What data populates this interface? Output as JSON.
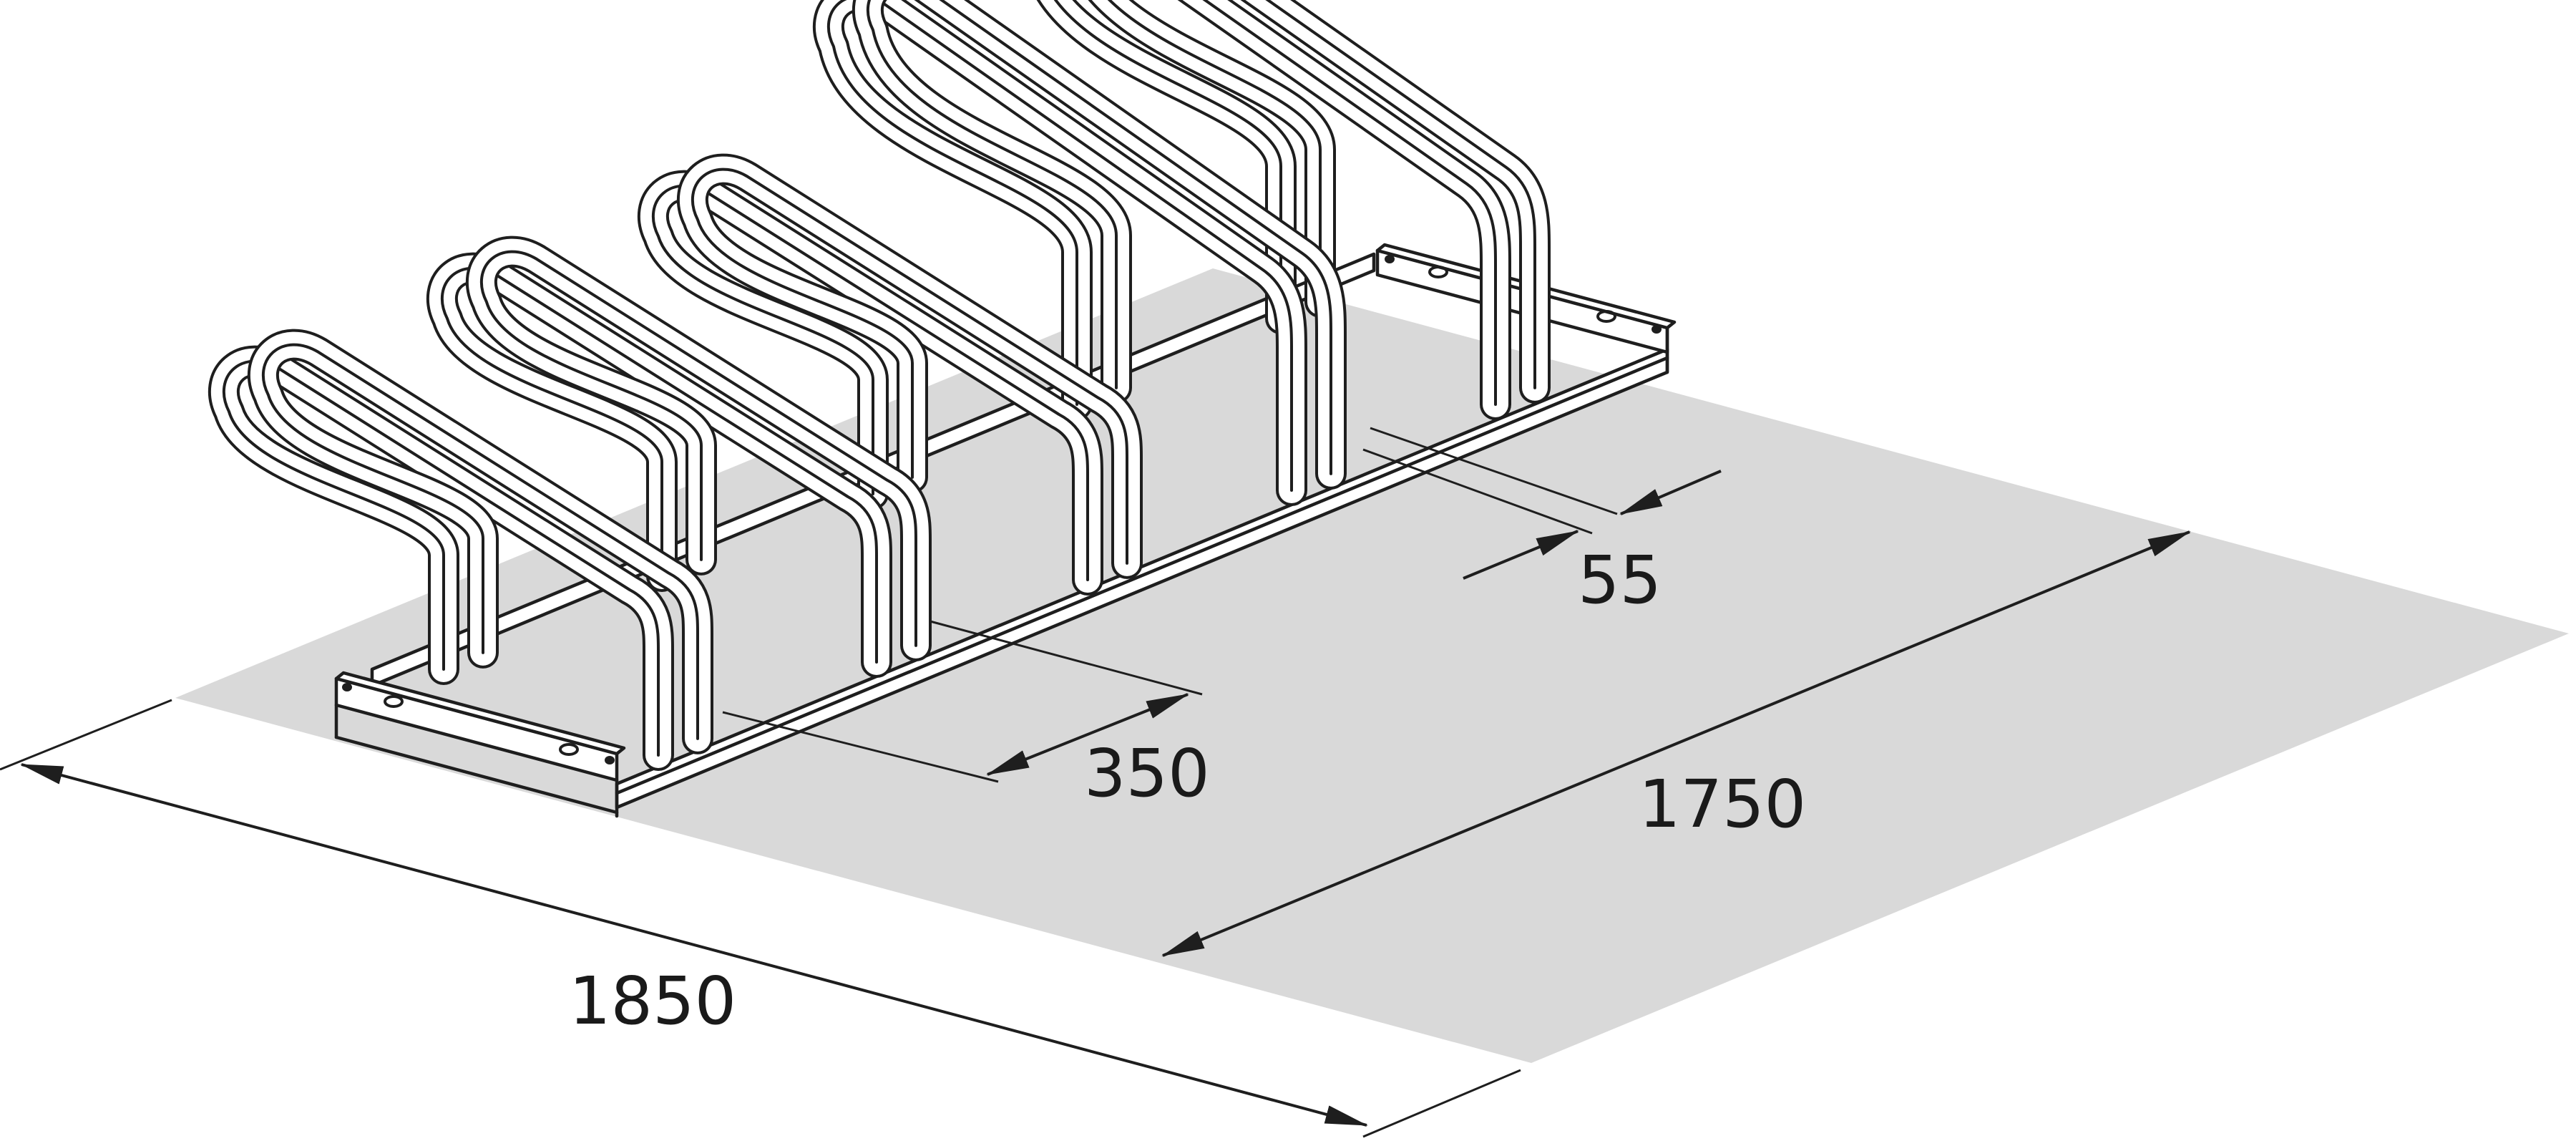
{
  "dimensions": {
    "length_overall": "1850",
    "depth": "1750",
    "spacing": "350",
    "tube": "55"
  },
  "colors": {
    "floor": "#d9d9d9",
    "stroke": "#1e1e1e",
    "background": "#ffffff"
  }
}
